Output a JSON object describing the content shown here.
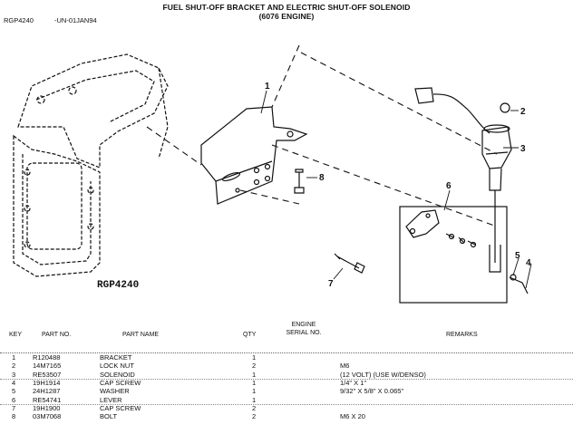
{
  "header": {
    "title_line1": "FUEL SHUT-OFF BRACKET AND ELECTRIC SHUT-OFF SOLENOID",
    "title_line2": "(6076 ENGINE)",
    "image_ref": "RGP4240",
    "revision": "-UN-01JAN94"
  },
  "figure": {
    "label": "RGP4240",
    "callouts": [
      "1",
      "2",
      "3",
      "4",
      "5",
      "6",
      "7",
      "8"
    ]
  },
  "table": {
    "headers": {
      "key": "KEY",
      "part_no": "PART NO.",
      "part_name": "PART NAME",
      "qty": "QTY",
      "serial_line1": "ENGINE",
      "serial_line2": "SERIAL NO.",
      "remarks": "REMARKS"
    },
    "rows": [
      {
        "key": "1",
        "part_no": "R120488",
        "part_name": "BRACKET",
        "qty": "1",
        "remarks": ""
      },
      {
        "key": "2",
        "part_no": "14M7165",
        "part_name": "LOCK NUT",
        "qty": "2",
        "remarks": "M6"
      },
      {
        "key": "3",
        "part_no": "RE53507",
        "part_name": "SOLENOID",
        "qty": "1",
        "remarks": "(12 VOLT) (USE W/DENSO)"
      },
      {
        "key": "4",
        "part_no": "19H1914",
        "part_name": "CAP SCREW",
        "qty": "1",
        "remarks": "1/4\" X 1\""
      },
      {
        "key": "5",
        "part_no": "24H1287",
        "part_name": "WASHER",
        "qty": "1",
        "remarks": "9/32\" X 5/8\" X 0.065\""
      },
      {
        "key": "6",
        "part_no": "RE54741",
        "part_name": "LEVER",
        "qty": "1",
        "remarks": ""
      },
      {
        "key": "7",
        "part_no": "19H1900",
        "part_name": "CAP SCREW",
        "qty": "2",
        "remarks": ""
      },
      {
        "key": "8",
        "part_no": "03M7068",
        "part_name": "BOLT",
        "qty": "2",
        "remarks": "M6 X 20"
      }
    ]
  }
}
